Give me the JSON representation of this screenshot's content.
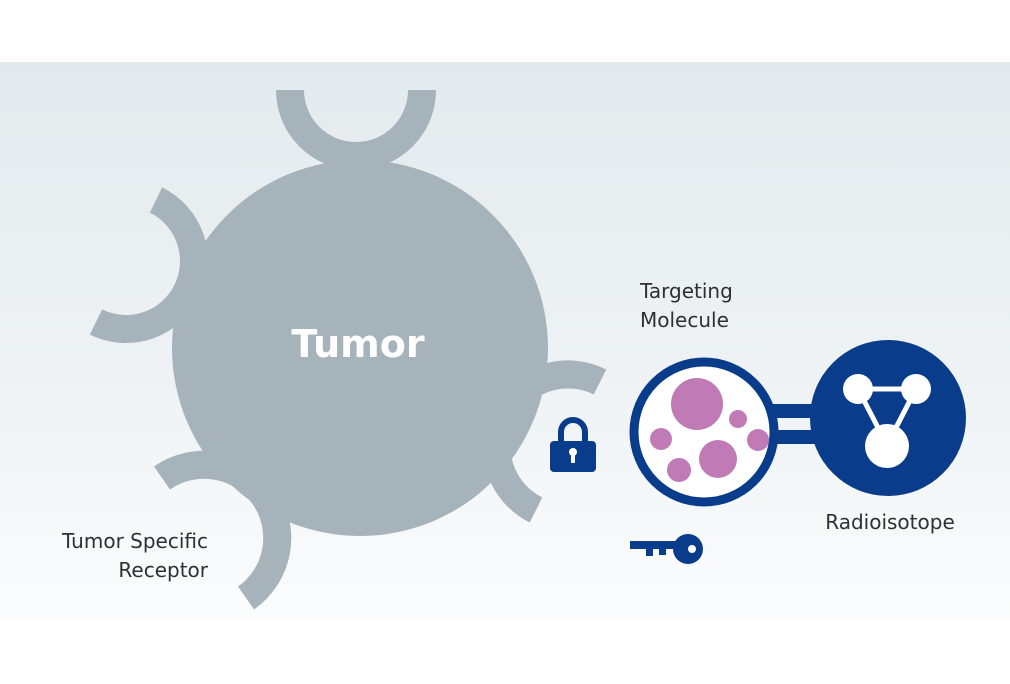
{
  "labels": {
    "tumor": "Tumor",
    "targeting_molecule": "Targeting\nMolecule",
    "radioisotope": "Radioisotope",
    "tumor_specific_receptor": "Tumor Specific\nReceptor"
  },
  "colors": {
    "tumor_gray": "#a7b3ba",
    "navy": "#0a3c8c",
    "magenta": "#c07ab5",
    "label_text": "#2f3033"
  },
  "icons": {
    "lock": "lock-icon",
    "key": "key-icon",
    "molecule": "molecule-icon"
  }
}
